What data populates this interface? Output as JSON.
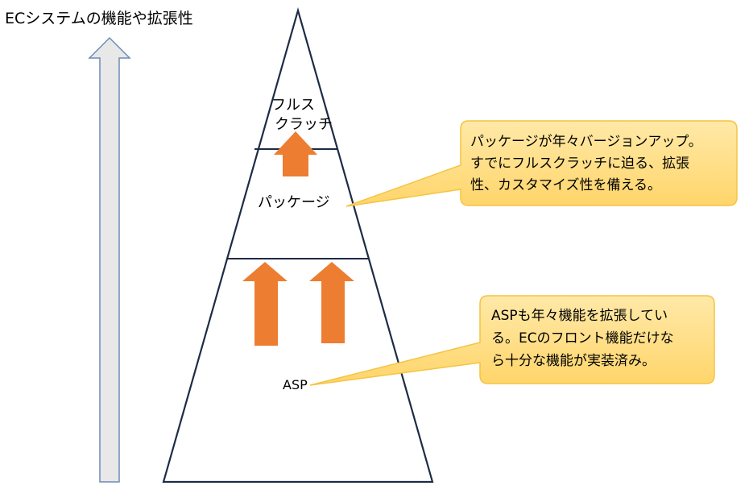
{
  "axis": {
    "label": "ECシステムの機能や拡張性",
    "icon": "up-arrow-icon",
    "arrow_fill": "#e8e8e8",
    "arrow_stroke": "#6b8cb5"
  },
  "pyramid": {
    "tiers": [
      {
        "id": "full-scratch",
        "label_lines": [
          "フルス",
          "クラッチ"
        ]
      },
      {
        "id": "package",
        "label_lines": [
          "パッケージ"
        ]
      },
      {
        "id": "asp",
        "label_lines": [
          "ASP"
        ]
      }
    ]
  },
  "arrows": {
    "color": "#ed7d31",
    "icon": "up-arrow-icon"
  },
  "callouts": [
    {
      "id": "package-callout",
      "lines": [
        "パッケージが年々バージョンアップ。",
        "すでにフルスクラッチに迫る、拡張",
        "性、カスタマイズ性を備える。"
      ],
      "fill": "#ffdf86",
      "stroke": "#f4c443"
    },
    {
      "id": "asp-callout",
      "lines": [
        "ASPも年々機能を拡張してい",
        "る。ECのフロント機能だけな",
        "ら十分な機能が実装済み。"
      ],
      "fill": "#ffdf86",
      "stroke": "#f4c443"
    }
  ]
}
